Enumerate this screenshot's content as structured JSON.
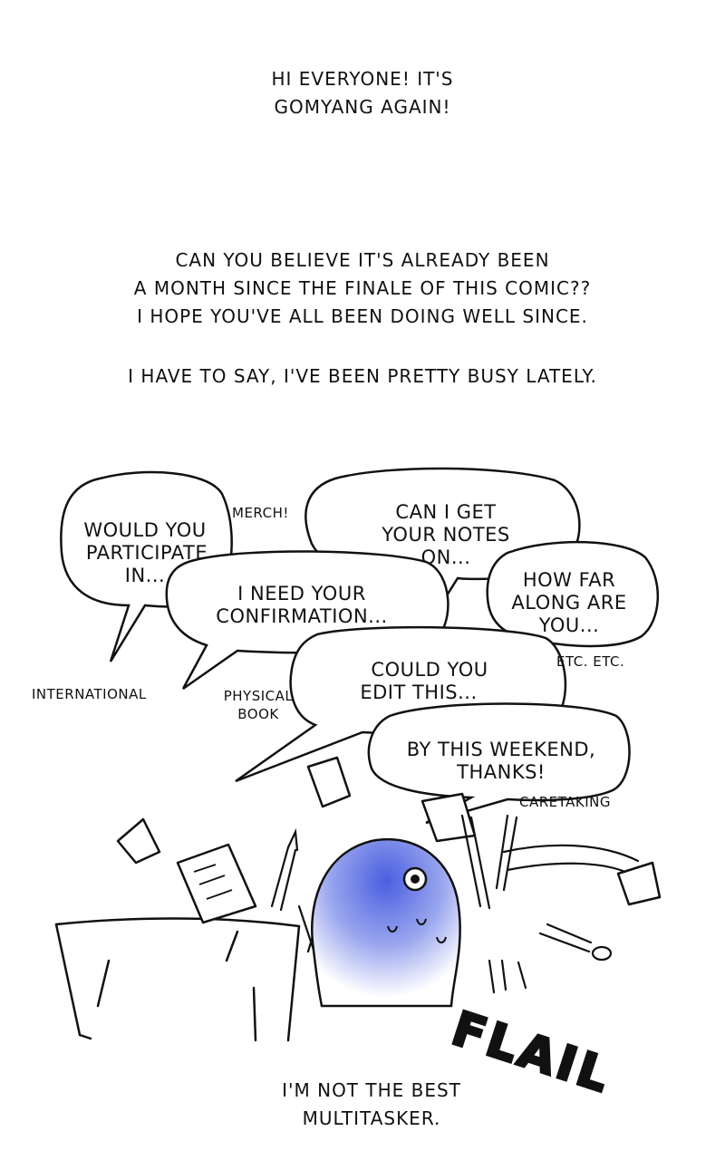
{
  "intro": {
    "lines": [
      "HI EVERYONE! IT'S",
      "GOMYANG AGAIN!"
    ]
  },
  "message": {
    "lines": [
      "CAN YOU BELIEVE IT'S ALREADY BEEN",
      "A MONTH SINCE THE FINALE OF THIS COMIC??",
      "I HOPE YOU'VE ALL BEEN DOING WELL SINCE."
    ],
    "busy": "I HAVE TO SAY, I'VE BEEN PRETTY BUSY LATELY."
  },
  "bubbles": {
    "participate": [
      "WOULD YOU",
      "PARTICIPATE",
      "IN..."
    ],
    "notes": [
      "CAN I GET",
      "YOUR NOTES",
      "ON..."
    ],
    "how_far": [
      "HOW FAR",
      "ALONG ARE",
      "YOU..."
    ],
    "confirmation": [
      "I NEED YOUR",
      "CONFIRMATION..."
    ],
    "edit": [
      "COULD YOU",
      "EDIT THIS..."
    ],
    "weekend": [
      "BY THIS WEEKEND,",
      "THANKS!"
    ]
  },
  "labels": {
    "merch": "MERCH!",
    "international": "INTERNATIONAL",
    "physical_book": [
      "PHYSICAL",
      "BOOK"
    ],
    "etc": "ETC. ETC.",
    "caretaking": "CARETAKING"
  },
  "sfx": "FLAIL",
  "ending": {
    "lines": [
      "I'M NOT THE BEST",
      "MULTITASKER."
    ]
  },
  "colors": {
    "ink": "#111111",
    "character_blue": "#5a6ee0"
  }
}
